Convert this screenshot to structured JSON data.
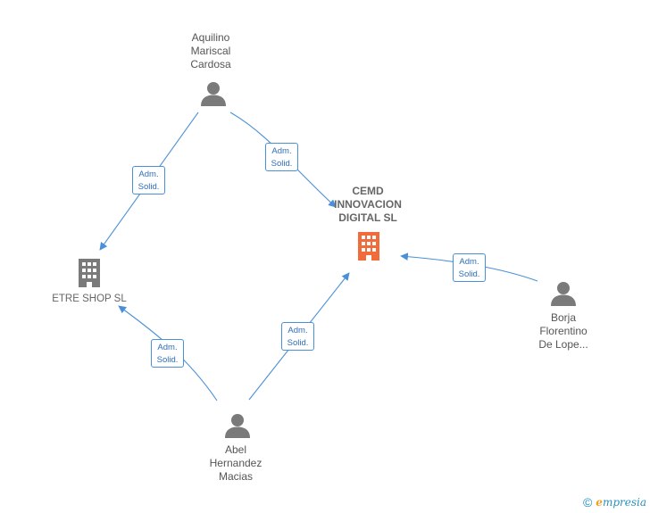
{
  "nodes": {
    "aquilino": {
      "type": "person",
      "label": [
        "Aquilino",
        "Mariscal",
        "Cardosa"
      ]
    },
    "cemd": {
      "type": "company-main",
      "label": [
        "CEMD",
        "INNOVACION",
        "DIGITAL  SL"
      ]
    },
    "etre": {
      "type": "company",
      "label": [
        "ETRE SHOP  SL"
      ]
    },
    "borja": {
      "type": "person",
      "label": [
        "Borja",
        "Florentino",
        "De Lope..."
      ]
    },
    "abel": {
      "type": "person",
      "label": [
        "Abel",
        "Hernandez",
        "Macias"
      ]
    }
  },
  "edges": [
    {
      "from": "aquilino",
      "to": "etre",
      "label": [
        "Adm.",
        "Solid."
      ]
    },
    {
      "from": "aquilino",
      "to": "cemd",
      "label": [
        "Adm.",
        "Solid."
      ]
    },
    {
      "from": "borja",
      "to": "cemd",
      "label": [
        "Adm.",
        "Solid."
      ]
    },
    {
      "from": "abel",
      "to": "etre",
      "label": [
        "Adm.",
        "Solid."
      ]
    },
    {
      "from": "abel",
      "to": "cemd",
      "label": [
        "Adm.",
        "Solid."
      ]
    }
  ],
  "colors": {
    "edge": "#4a90d9",
    "person_icon": "#7a7a7a",
    "company_icon": "#7a7a7a",
    "main_company_icon": "#f26b3a"
  },
  "footer": {
    "copyright": "©",
    "brand_initial": "e",
    "brand_rest": "mpresia"
  }
}
